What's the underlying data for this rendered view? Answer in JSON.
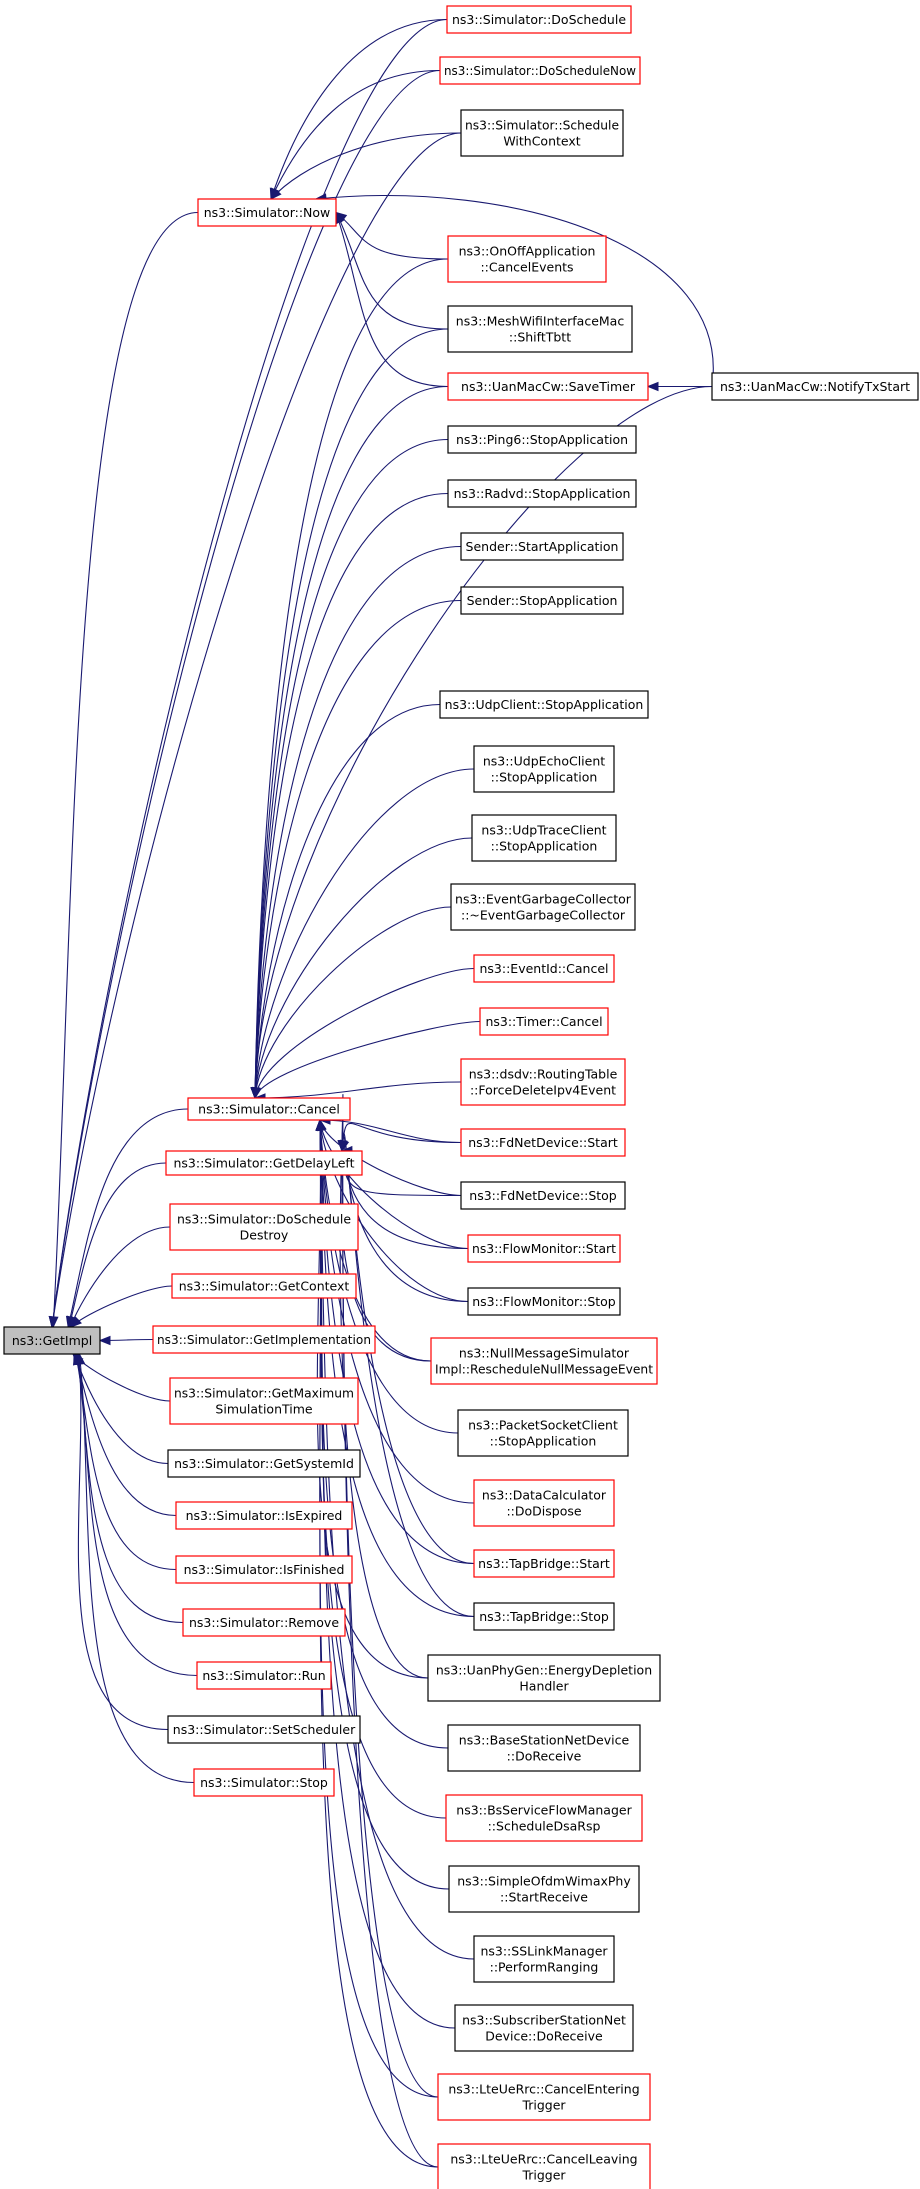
{
  "colors": {
    "edge": "#191970",
    "root_fill": "#bfbfbf",
    "border_black": "#000000",
    "border_red": "#ff0000"
  },
  "nodes": {
    "root": {
      "lines": [
        "ns3::GetImpl"
      ],
      "border": "black",
      "fill": "gray"
    },
    "now": {
      "lines": [
        "ns3::Simulator::Now"
      ],
      "border": "red"
    },
    "cancel": {
      "lines": [
        "ns3::Simulator::Cancel"
      ],
      "border": "red"
    },
    "gdl": {
      "lines": [
        "ns3::Simulator::GetDelayLeft"
      ],
      "border": "red"
    },
    "dsd": {
      "lines": [
        "ns3::Simulator::DoSchedule",
        "Destroy"
      ],
      "border": "red"
    },
    "gctx": {
      "lines": [
        "ns3::Simulator::GetContext"
      ],
      "border": "red"
    },
    "gimp": {
      "lines": [
        "ns3::Simulator::GetImplementation"
      ],
      "border": "red"
    },
    "gmst": {
      "lines": [
        "ns3::Simulator::GetMaximum",
        "SimulationTime"
      ],
      "border": "red"
    },
    "gsid": {
      "lines": [
        "ns3::Simulator::GetSystemId"
      ],
      "border": "black"
    },
    "isexp": {
      "lines": [
        "ns3::Simulator::IsExpired"
      ],
      "border": "red"
    },
    "isfin": {
      "lines": [
        "ns3::Simulator::IsFinished"
      ],
      "border": "red"
    },
    "remove": {
      "lines": [
        "ns3::Simulator::Remove"
      ],
      "border": "red"
    },
    "run": {
      "lines": [
        "ns3::Simulator::Run"
      ],
      "border": "red"
    },
    "setsch": {
      "lines": [
        "ns3::Simulator::SetScheduler"
      ],
      "border": "black"
    },
    "stop": {
      "lines": [
        "ns3::Simulator::Stop"
      ],
      "border": "red"
    },
    "dosch": {
      "lines": [
        "ns3::Simulator::DoSchedule"
      ],
      "border": "red"
    },
    "doschn": {
      "lines": [
        "ns3::Simulator::DoScheduleNow"
      ],
      "border": "red"
    },
    "swc": {
      "lines": [
        "ns3::Simulator::Schedule",
        "WithContext"
      ],
      "border": "black"
    },
    "onoff": {
      "lines": [
        "ns3::OnOffApplication",
        "::CancelEvents"
      ],
      "border": "red"
    },
    "mesh": {
      "lines": [
        "ns3::MeshWifiInterfaceMac",
        "::ShiftTbtt"
      ],
      "border": "black"
    },
    "uanst": {
      "lines": [
        "ns3::UanMacCw::SaveTimer"
      ],
      "border": "red"
    },
    "uannt": {
      "lines": [
        "ns3::UanMacCw::NotifyTxStart"
      ],
      "border": "black"
    },
    "ping6": {
      "lines": [
        "ns3::Ping6::StopApplication"
      ],
      "border": "black"
    },
    "radvd": {
      "lines": [
        "ns3::Radvd::StopApplication"
      ],
      "border": "black"
    },
    "snds": {
      "lines": [
        "Sender::StartApplication"
      ],
      "border": "black"
    },
    "sndp": {
      "lines": [
        "Sender::StopApplication"
      ],
      "border": "black"
    },
    "udpc": {
      "lines": [
        "ns3::UdpClient::StopApplication"
      ],
      "border": "black"
    },
    "udpe": {
      "lines": [
        "ns3::UdpEchoClient",
        "::StopApplication"
      ],
      "border": "black"
    },
    "udpt": {
      "lines": [
        "ns3::UdpTraceClient",
        "::StopApplication"
      ],
      "border": "black"
    },
    "egc": {
      "lines": [
        "ns3::EventGarbageCollector",
        "::~EventGarbageCollector"
      ],
      "border": "black"
    },
    "evid": {
      "lines": [
        "ns3::EventId::Cancel"
      ],
      "border": "red"
    },
    "timer": {
      "lines": [
        "ns3::Timer::Cancel"
      ],
      "border": "red"
    },
    "dsdv": {
      "lines": [
        "ns3::dsdv::RoutingTable",
        "::ForceDeleteIpv4Event"
      ],
      "border": "red"
    },
    "fdst": {
      "lines": [
        "ns3::FdNetDevice::Start"
      ],
      "border": "red"
    },
    "fdsp": {
      "lines": [
        "ns3::FdNetDevice::Stop"
      ],
      "border": "black"
    },
    "fmst": {
      "lines": [
        "ns3::FlowMonitor::Start"
      ],
      "border": "red"
    },
    "fmsp": {
      "lines": [
        "ns3::FlowMonitor::Stop"
      ],
      "border": "black"
    },
    "nullm": {
      "lines": [
        "ns3::NullMessageSimulator",
        "Impl::RescheduleNullMessageEvent"
      ],
      "border": "red"
    },
    "pktsc": {
      "lines": [
        "ns3::PacketSocketClient",
        "::StopApplication"
      ],
      "border": "black"
    },
    "datac": {
      "lines": [
        "ns3::DataCalculator",
        "::DoDispose"
      ],
      "border": "red"
    },
    "tbst": {
      "lines": [
        "ns3::TapBridge::Start"
      ],
      "border": "red"
    },
    "tbsp": {
      "lines": [
        "ns3::TapBridge::Stop"
      ],
      "border": "black"
    },
    "uanpg": {
      "lines": [
        "ns3::UanPhyGen::EnergyDepletion",
        "Handler"
      ],
      "border": "black"
    },
    "bsnd": {
      "lines": [
        "ns3::BaseStationNetDevice",
        "::DoReceive"
      ],
      "border": "black"
    },
    "bssfm": {
      "lines": [
        "ns3::BsServiceFlowManager",
        "::ScheduleDsaRsp"
      ],
      "border": "red"
    },
    "sowp": {
      "lines": [
        "ns3::SimpleOfdmWimaxPhy",
        "::StartReceive"
      ],
      "border": "black"
    },
    "sslm": {
      "lines": [
        "ns3::SSLinkManager",
        "::PerformRanging"
      ],
      "border": "black"
    },
    "ssnd": {
      "lines": [
        "ns3::SubscriberStationNet",
        "Device::DoReceive"
      ],
      "border": "black"
    },
    "lteen": {
      "lines": [
        "ns3::LteUeRrc::CancelEntering",
        "Trigger"
      ],
      "border": "red"
    },
    "ltelv": {
      "lines": [
        "ns3::LteUeRrc::CancelLeaving",
        "Trigger"
      ],
      "border": "red"
    }
  },
  "edges": [
    [
      "now",
      "root"
    ],
    [
      "cancel",
      "root"
    ],
    [
      "gdl",
      "root"
    ],
    [
      "dsd",
      "root"
    ],
    [
      "gctx",
      "root"
    ],
    [
      "gimp",
      "root"
    ],
    [
      "gmst",
      "root"
    ],
    [
      "gsid",
      "root"
    ],
    [
      "isexp",
      "root"
    ],
    [
      "isfin",
      "root"
    ],
    [
      "remove",
      "root"
    ],
    [
      "run",
      "root"
    ],
    [
      "setsch",
      "root"
    ],
    [
      "stop",
      "root"
    ],
    [
      "dosch",
      "root"
    ],
    [
      "doschn",
      "root"
    ],
    [
      "swc",
      "root"
    ],
    [
      "dosch",
      "now"
    ],
    [
      "doschn",
      "now"
    ],
    [
      "swc",
      "now"
    ],
    [
      "onoff",
      "now"
    ],
    [
      "mesh",
      "now"
    ],
    [
      "uanst",
      "now"
    ],
    [
      "uannt",
      "now"
    ],
    [
      "uannt",
      "uanst"
    ],
    [
      "onoff",
      "cancel"
    ],
    [
      "mesh",
      "cancel"
    ],
    [
      "uanst",
      "cancel"
    ],
    [
      "uannt",
      "cancel"
    ],
    [
      "ping6",
      "cancel"
    ],
    [
      "radvd",
      "cancel"
    ],
    [
      "snds",
      "cancel"
    ],
    [
      "sndp",
      "cancel"
    ],
    [
      "udpc",
      "cancel"
    ],
    [
      "udpe",
      "cancel"
    ],
    [
      "udpt",
      "cancel"
    ],
    [
      "egc",
      "cancel"
    ],
    [
      "evid",
      "cancel"
    ],
    [
      "timer",
      "cancel"
    ],
    [
      "dsdv",
      "cancel"
    ],
    [
      "fdst",
      "cancel"
    ],
    [
      "fdsp",
      "cancel"
    ],
    [
      "fmst",
      "cancel"
    ],
    [
      "fmsp",
      "cancel"
    ],
    [
      "nullm",
      "cancel"
    ],
    [
      "pktsc",
      "cancel"
    ],
    [
      "datac",
      "cancel"
    ],
    [
      "tbst",
      "cancel"
    ],
    [
      "tbsp",
      "cancel"
    ],
    [
      "uanpg",
      "cancel"
    ],
    [
      "bsnd",
      "cancel"
    ],
    [
      "bssfm",
      "cancel"
    ],
    [
      "sowp",
      "cancel"
    ],
    [
      "sslm",
      "cancel"
    ],
    [
      "ssnd",
      "cancel"
    ],
    [
      "lteen",
      "cancel"
    ],
    [
      "ltelv",
      "cancel"
    ],
    [
      "fdst",
      "gdl"
    ],
    [
      "fdsp",
      "gdl"
    ],
    [
      "fmst",
      "gdl"
    ],
    [
      "fmsp",
      "gdl"
    ],
    [
      "nullm",
      "gdl"
    ],
    [
      "tbst",
      "gdl"
    ],
    [
      "tbsp",
      "gdl"
    ],
    [
      "uanpg",
      "gdl"
    ],
    [
      "lteen",
      "gdl"
    ],
    [
      "ltelv",
      "gdl"
    ]
  ]
}
